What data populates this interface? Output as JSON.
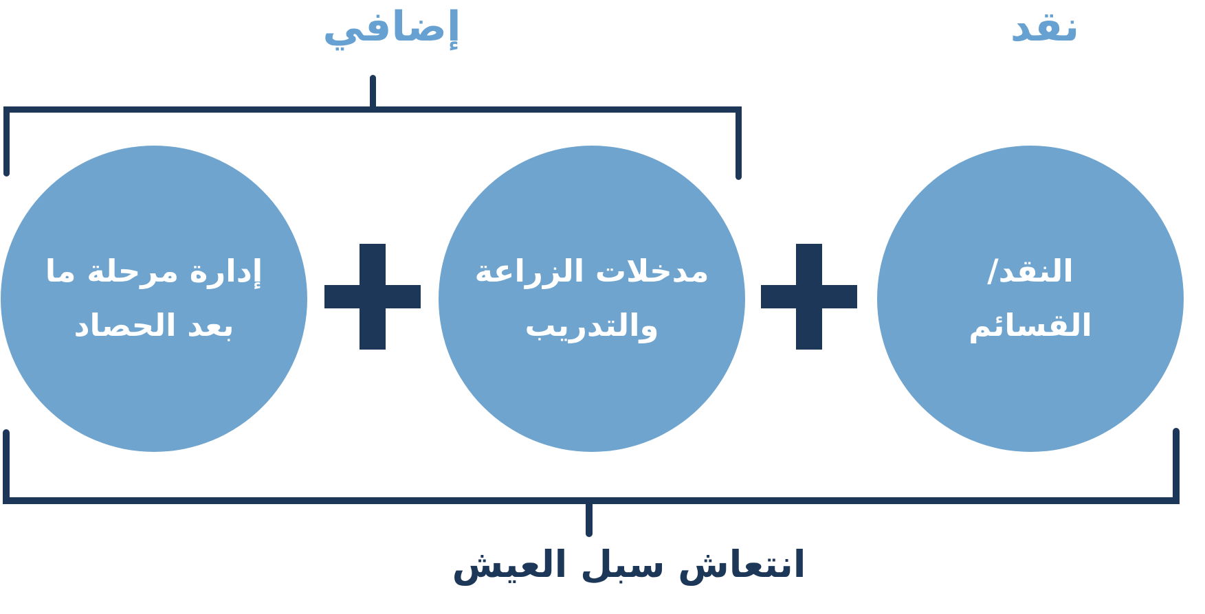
{
  "labels": {
    "top_left": "إضافي",
    "top_right": "نقد",
    "bottom": "انتعاش سبل العيش"
  },
  "circles": [
    {
      "line1": "إدارة مرحلة ما",
      "line2": "بعد الحصاد"
    },
    {
      "line1": "مدخلات الزراعة",
      "line2": "والتدريب"
    },
    {
      "line1": "النقد/",
      "line2": "القسائم"
    }
  ],
  "plus_symbol": "+",
  "colors": {
    "circle_fill": "#6FA4CE",
    "label_blue": "#66A1D2",
    "navy": "#1D3759",
    "circle_text": "#FFFFFF",
    "background": "#FFFFFF"
  }
}
